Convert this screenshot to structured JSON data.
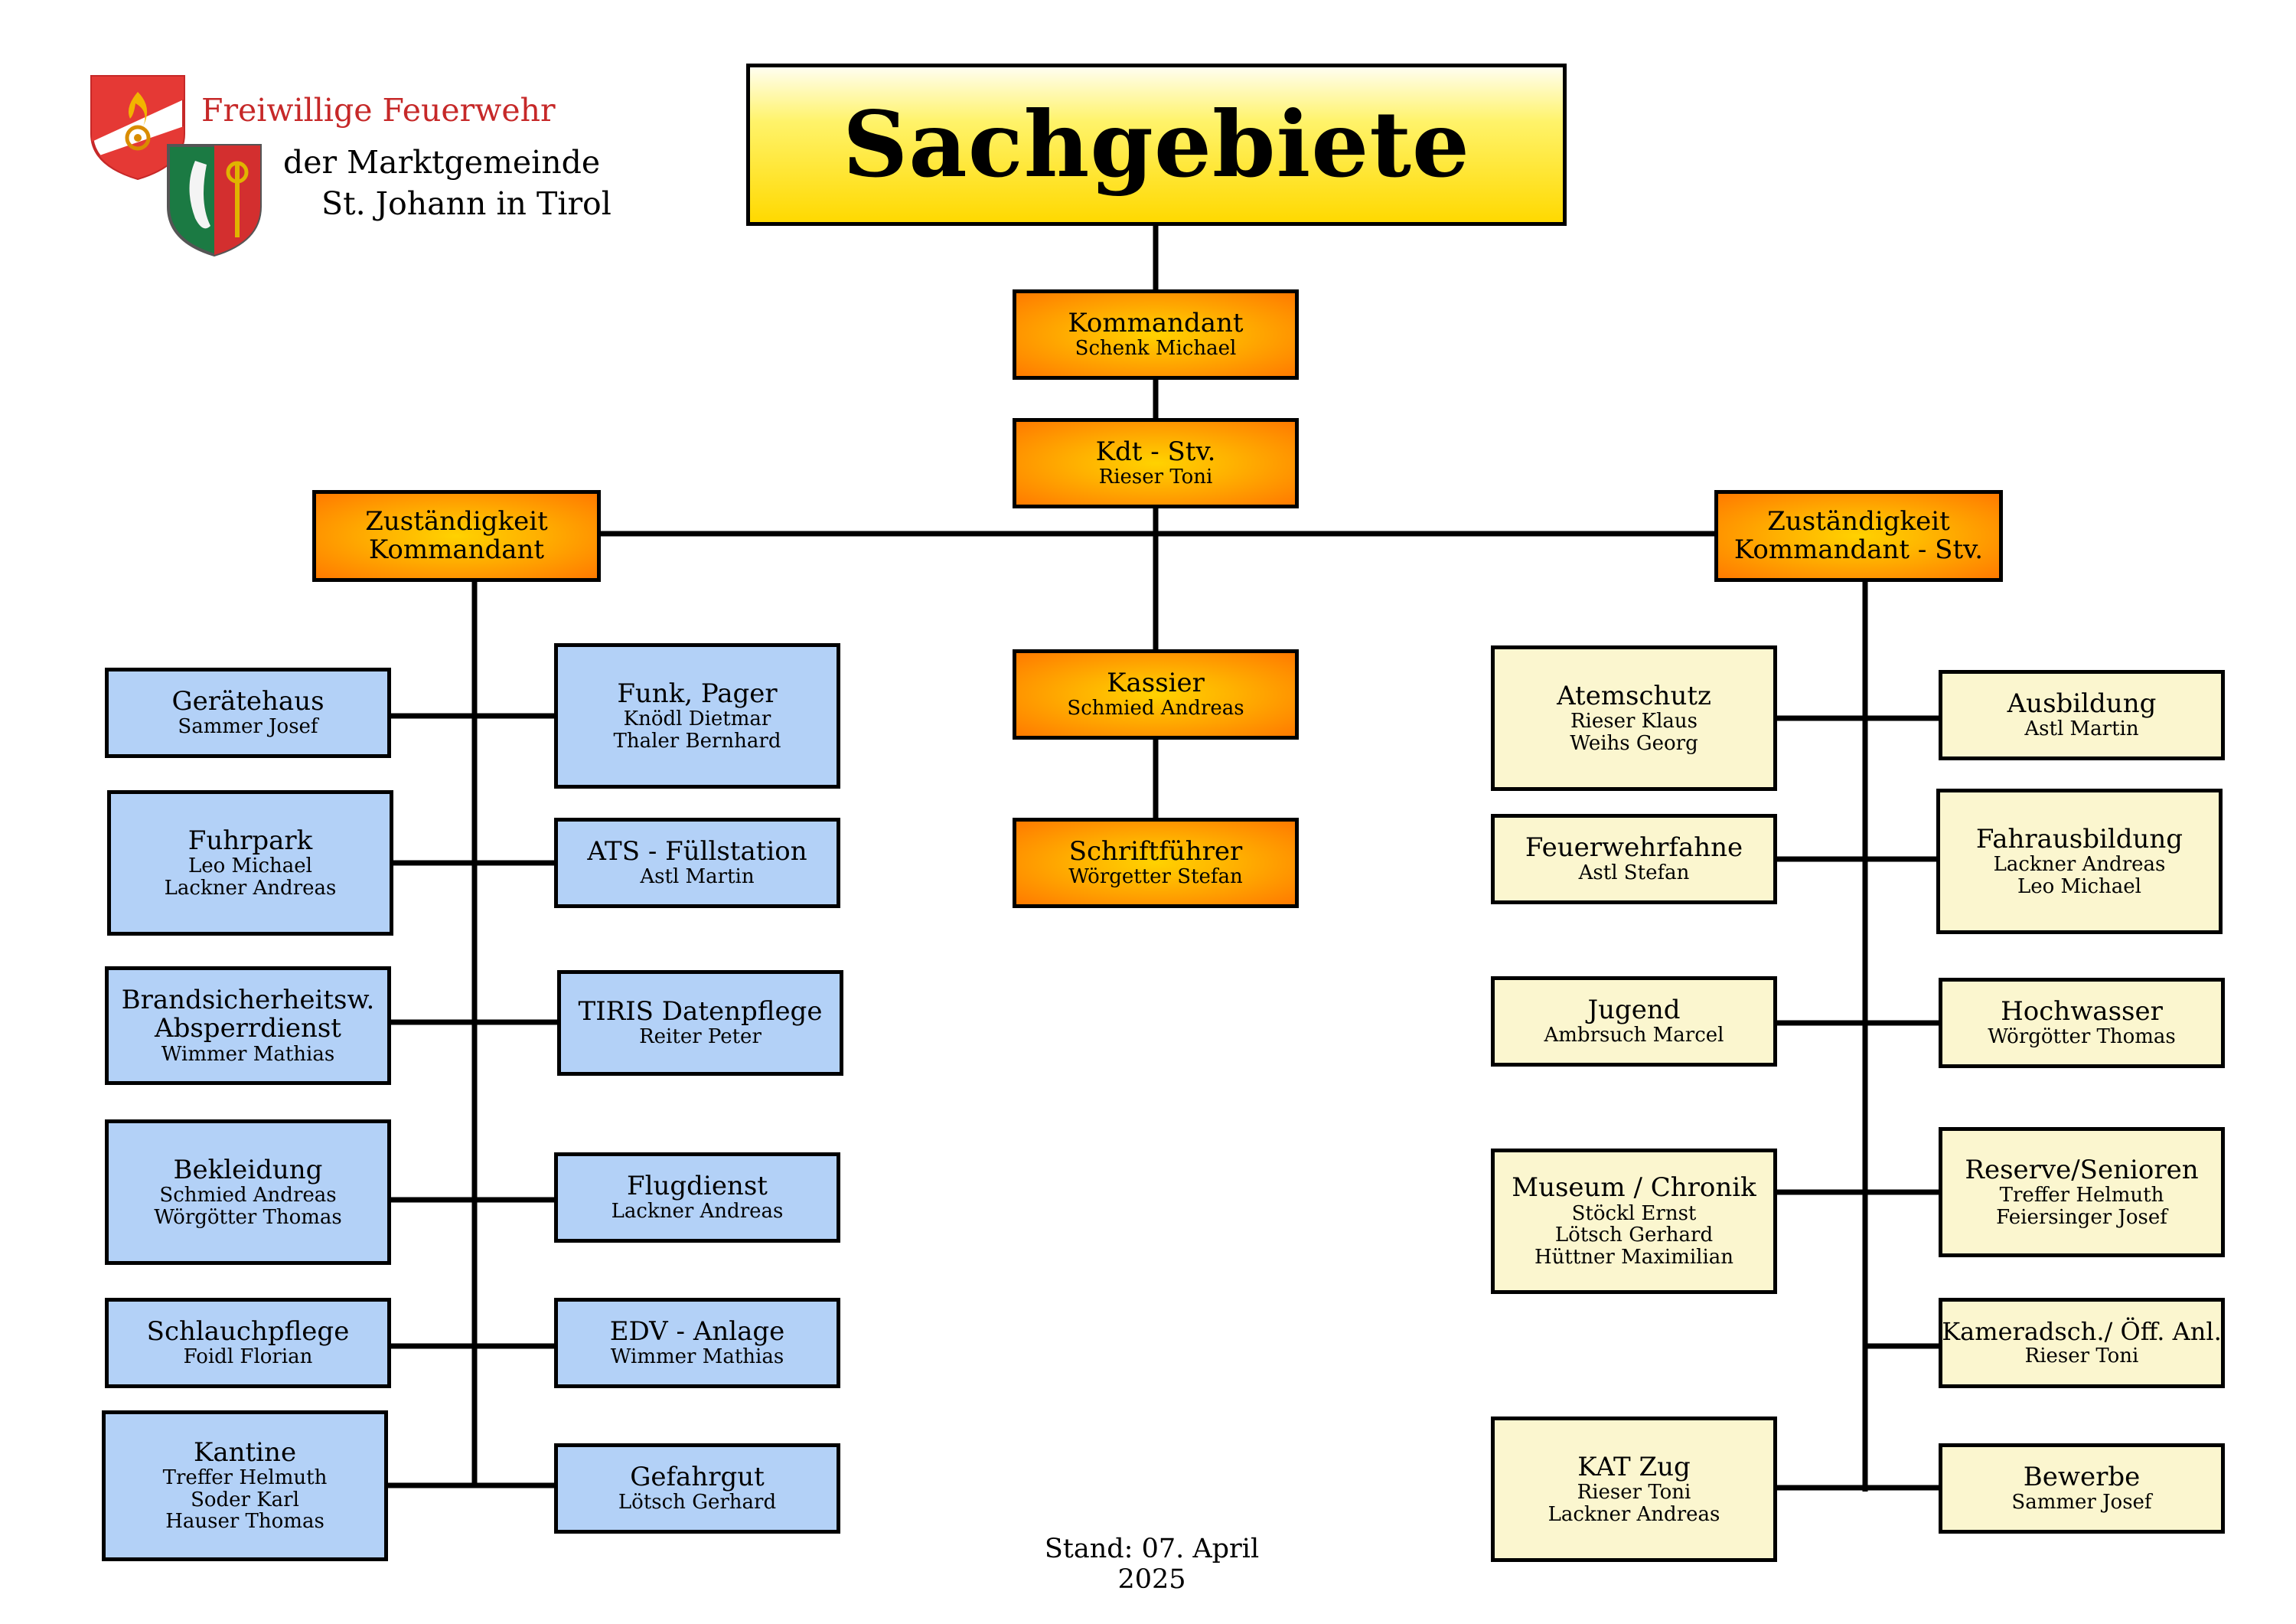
{
  "header": {
    "org_line1": "Freiwillige Feuerwehr",
    "org_line2": "der Marktgemeinde",
    "org_line3": "St. Johann in Tirol",
    "title": "Sachgebiete"
  },
  "center": {
    "kommandant": {
      "title": "Kommandant",
      "persons": [
        "Schenk Michael"
      ]
    },
    "kdt_stv": {
      "title": "Kdt - Stv.",
      "persons": [
        "Rieser Toni"
      ]
    },
    "kassier": {
      "title": "Kassier",
      "persons": [
        "Schmied Andreas"
      ]
    },
    "schriftfuehrer": {
      "title": "Schriftführer",
      "persons": [
        "Wörgetter Stefan"
      ]
    }
  },
  "zustaendigkeit_kdt": {
    "line1": "Zuständigkeit",
    "line2": "Kommandant"
  },
  "zustaendigkeit_stv": {
    "line1": "Zuständigkeit",
    "line2": "Kommandant - Stv."
  },
  "left_outer": [
    {
      "title": "Gerätehaus",
      "persons": [
        "Sammer Josef"
      ]
    },
    {
      "title": "Fuhrpark",
      "persons": [
        "Leo Michael",
        "Lackner Andreas"
      ]
    },
    {
      "title": "Brandsicherheitsw.",
      "title2": "Absperrdienst",
      "persons": [
        "Wimmer Mathias"
      ]
    },
    {
      "title": "Bekleidung",
      "persons": [
        "Schmied Andreas",
        "Wörgötter Thomas"
      ]
    },
    {
      "title": "Schlauchpflege",
      "persons": [
        "Foidl Florian"
      ]
    },
    {
      "title": "Kantine",
      "persons": [
        "Treffer Helmuth",
        "Soder Karl",
        "Hauser Thomas"
      ]
    }
  ],
  "left_inner": [
    {
      "title": "Funk, Pager",
      "persons": [
        "Knödl Dietmar",
        "Thaler Bernhard"
      ]
    },
    {
      "title": "ATS - Füllstation",
      "persons": [
        "Astl Martin"
      ]
    },
    {
      "title": "TIRIS Datenpflege",
      "persons": [
        "Reiter Peter"
      ]
    },
    {
      "title": "Flugdienst",
      "persons": [
        "Lackner Andreas"
      ]
    },
    {
      "title": "EDV - Anlage",
      "persons": [
        "Wimmer Mathias"
      ]
    },
    {
      "title": "Gefahrgut",
      "persons": [
        "Lötsch Gerhard"
      ]
    }
  ],
  "right_inner": [
    {
      "title": "Atemschutz",
      "persons": [
        "Rieser Klaus",
        "Weihs Georg"
      ]
    },
    {
      "title": "Feuerwehrfahne",
      "persons": [
        "Astl Stefan"
      ]
    },
    {
      "title": "Jugend",
      "persons": [
        "Ambrsuch Marcel"
      ]
    },
    {
      "title": "Museum / Chronik",
      "persons": [
        "Stöckl Ernst",
        "Lötsch Gerhard",
        "Hüttner Maximilian"
      ]
    },
    {
      "title": "KAT Zug",
      "persons": [
        "Rieser Toni",
        "Lackner Andreas"
      ]
    }
  ],
  "right_outer": [
    {
      "title": "Ausbildung",
      "persons": [
        "Astl Martin"
      ]
    },
    {
      "title": "Fahrausbildung",
      "persons": [
        "Lackner Andreas",
        "Leo Michael"
      ]
    },
    {
      "title": "Hochwasser",
      "persons": [
        "Wörgötter Thomas"
      ]
    },
    {
      "title": "Reserve/Senioren",
      "persons": [
        "Treffer Helmuth",
        "Feiersinger Josef"
      ]
    },
    {
      "title": "Kameradsch./ Öff. Anl.",
      "persons": [
        "Rieser Toni"
      ]
    },
    {
      "title": "Bewerbe",
      "persons": [
        "Sammer Josef"
      ]
    }
  ],
  "footer": {
    "stand": "Stand: 07. April 2025"
  },
  "colors": {
    "orange": "#ff8c00",
    "blue": "#b3d1f7",
    "cream": "#fbf6cf",
    "title_yellow": "#ffe100",
    "red": "#c62828"
  }
}
